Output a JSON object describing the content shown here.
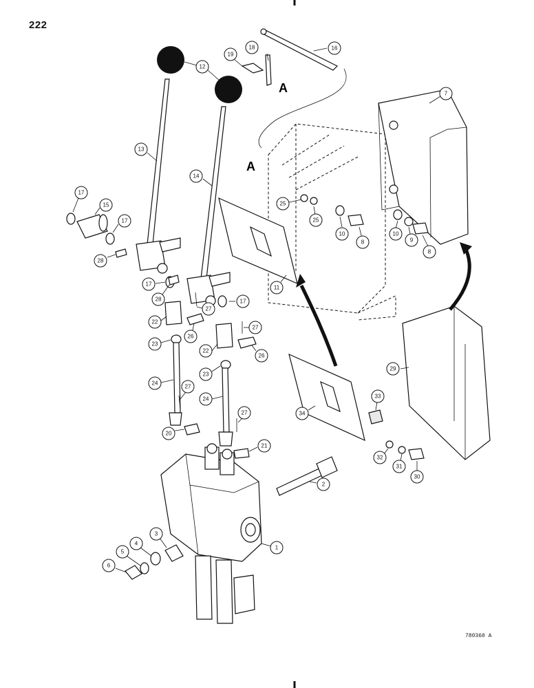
{
  "page": {
    "number": "222",
    "figure_code": "780360 A"
  },
  "view_labels": [
    "A",
    "A"
  ],
  "callouts": [
    "1",
    "2",
    "3",
    "4",
    "5",
    "6",
    "7",
    "8",
    "8",
    "9",
    "10",
    "10",
    "11",
    "12",
    "13",
    "14",
    "15",
    "16",
    "17",
    "17",
    "17",
    "17",
    "18",
    "19",
    "20",
    "21",
    "22",
    "22",
    "23",
    "23",
    "24",
    "24",
    "25",
    "25",
    "26",
    "26",
    "27",
    "27",
    "27",
    "27",
    "28",
    "28",
    "29",
    "30",
    "31",
    "32",
    "33",
    "34"
  ]
}
